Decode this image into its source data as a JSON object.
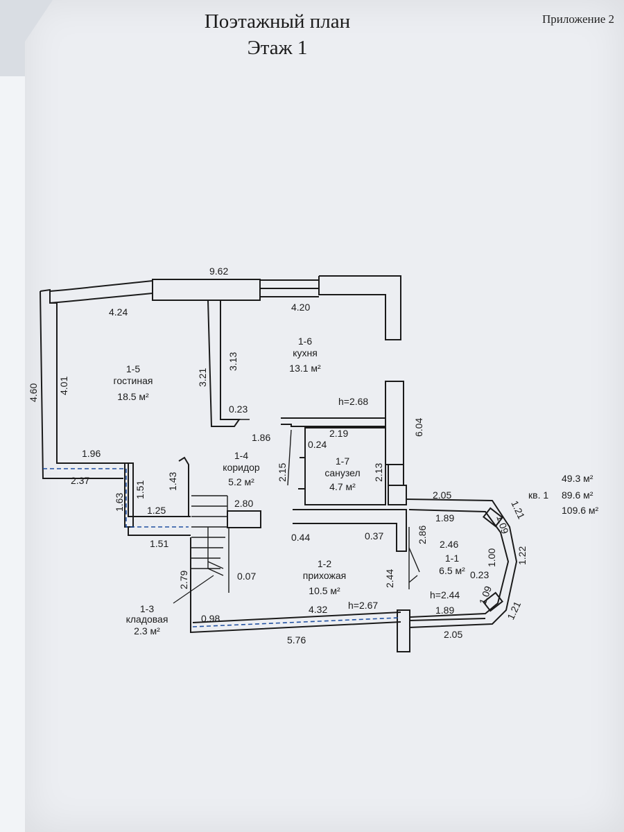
{
  "header": {
    "title_line1": "Поэтажный план",
    "title_line2": "Этаж 1",
    "appendix": "Приложение 2"
  },
  "dimensions": {
    "top_overall": "9.62",
    "left_top": "4.24",
    "kitchen_top": "4.20",
    "left_outer": "4.60",
    "left_inner": "4.01",
    "wall_a": "3.21",
    "wall_b": "3.13",
    "small_023": "0.23",
    "corr_width": "1.86",
    "bath_small_024": "0.24",
    "bath_top": "2.19",
    "bath_left": "2.15",
    "bath_right": "2.13",
    "right_side": "6.04",
    "left_step_top": "1.96",
    "left_step_bottom": "2.37",
    "left_step_v1": "1.63",
    "left_step_v2": "1.51",
    "stair_h": "1.43",
    "step_125": "1.25",
    "step_151": "1.51",
    "corr_280": "2.80",
    "hall_044": "0.44",
    "hall_037": "0.37",
    "hall_286": "2.86",
    "hall_244": "2.44",
    "pantry_279": "2.79",
    "pantry_007": "0.07",
    "bottom_098": "0.98",
    "bottom_432": "4.32",
    "bottom_576": "5.76",
    "h_267": "h=2.67",
    "h_268": "h=2.68",
    "bay_205_top": "2.05",
    "bay_189_top": "1.89",
    "bay_121_top": "1.21",
    "bay_109_top": "1.09",
    "bay_122": "1.22",
    "bay_100": "1.00",
    "bay_246": "2.46",
    "bay_023": "0.23",
    "bay_h_244": "h=2.44",
    "bay_189_bot": "1.89",
    "bay_109_bot": "1.09",
    "bay_121_bot": "1.21",
    "bay_205_bot": "2.05"
  },
  "rooms": [
    {
      "id": "1-5",
      "name": "гостиная",
      "area": "18.5 м²"
    },
    {
      "id": "1-6",
      "name": "кухня",
      "area": "13.1 м²"
    },
    {
      "id": "1-4",
      "name": "коридор",
      "area": "5.2 м²"
    },
    {
      "id": "1-7",
      "name": "санузел",
      "area": "4.7 м²"
    },
    {
      "id": "1-2",
      "name": "прихожая",
      "area": "10.5 м²"
    },
    {
      "id": "1-1",
      "name": "",
      "area": "6.5 м²"
    },
    {
      "id": "1-3",
      "name": "кладовая",
      "area": "2.3 м²"
    }
  ],
  "totals": {
    "apartment": "кв. 1",
    "living": "49.3 м²",
    "total": "89.6 м²",
    "with_extra": "109.6 м²"
  }
}
